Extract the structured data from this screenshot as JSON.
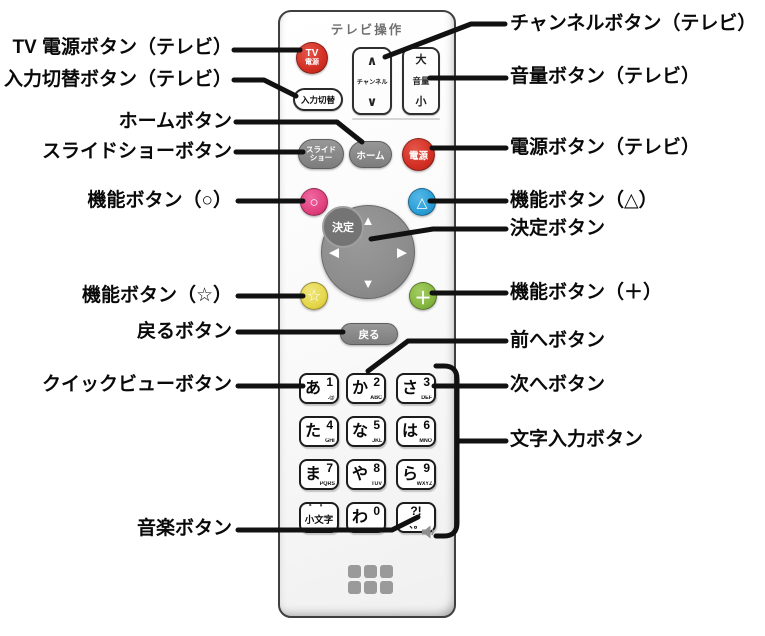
{
  "header": {
    "remote_section_label": "テレビ操作"
  },
  "callouts_left": [
    {
      "label": "TV 電源ボタン（テレビ）"
    },
    {
      "label": "入力切替ボタン（テレビ）"
    },
    {
      "label": "ホームボタン"
    },
    {
      "label": "スライドショーボタン"
    },
    {
      "label": "機能ボタン（○）"
    },
    {
      "label": "機能ボタン（☆）"
    },
    {
      "label": "戻るボタン"
    },
    {
      "label": "クイックビューボタン"
    },
    {
      "label": "音楽ボタン"
    }
  ],
  "callouts_right": [
    {
      "label": "チャンネルボタン（テレビ）"
    },
    {
      "label": "音量ボタン（テレビ）"
    },
    {
      "label": "電源ボタン（テレビ）"
    },
    {
      "label": "機能ボタン（△）"
    },
    {
      "label": "決定ボタン"
    },
    {
      "label": "機能ボタン（＋）"
    },
    {
      "label": "前へボタン"
    },
    {
      "label": "次へボタン"
    },
    {
      "label": "文字入力ボタン"
    }
  ],
  "remote": {
    "tv_power": {
      "line1": "TV",
      "line2": "電源"
    },
    "input_switch": {
      "label": "入力切替"
    },
    "channel": {
      "up": "∧",
      "label": "チャンネル",
      "down": "∨"
    },
    "volume": {
      "up": "大",
      "label": "音量",
      "down": "小"
    },
    "slideshow": {
      "line1": "スライド",
      "line2": "ショー"
    },
    "home": {
      "label": "ホーム"
    },
    "power": {
      "label": "電源"
    },
    "func_circle": {
      "glyph": "○"
    },
    "func_triangle": {
      "glyph": "△"
    },
    "dpad": {
      "up": "▲",
      "down": "▼",
      "left": "◀",
      "right": "▶",
      "enter": "決定"
    },
    "func_star": {
      "glyph": "☆"
    },
    "func_plus": {
      "glyph": "＋"
    },
    "back": {
      "label": "戻る"
    },
    "keys": [
      {
        "kana": "あ",
        "digit": "1",
        "sub": ".@"
      },
      {
        "kana": "か",
        "digit": "2",
        "sub": "ABC"
      },
      {
        "kana": "さ",
        "digit": "3",
        "sub": "DEF"
      },
      {
        "kana": "た",
        "digit": "4",
        "sub": "GHI"
      },
      {
        "kana": "な",
        "digit": "5",
        "sub": "JKL"
      },
      {
        "kana": "は",
        "digit": "6",
        "sub": "MNO"
      },
      {
        "kana": "ま",
        "digit": "7",
        "sub": "PQRS"
      },
      {
        "kana": "や",
        "digit": "8",
        "sub": "TUV"
      },
      {
        "kana": "ら",
        "digit": "9",
        "sub": "WXYZ"
      },
      {
        "marks": "゛゜",
        "label": "小文字"
      },
      {
        "kana": "わ",
        "digit": "0",
        "sub": "＿"
      },
      {
        "top": "?!",
        "bottom": "、。"
      }
    ],
    "icons": {
      "music_key": "speaker-icon",
      "dpad_up": "up-arrow-icon",
      "dpad_down": "down-arrow-icon",
      "dpad_left": "left-arrow-icon",
      "dpad_right": "right-arrow-icon"
    }
  },
  "colors": {
    "red": "#d32f23",
    "pink": "#e2417f",
    "blue": "#2b9fd8",
    "yellow": "#e5d74b",
    "green": "#86b741",
    "button_gray": "#848484",
    "dpad_gray": "#8d8d8d",
    "callout_line": "#111111"
  }
}
